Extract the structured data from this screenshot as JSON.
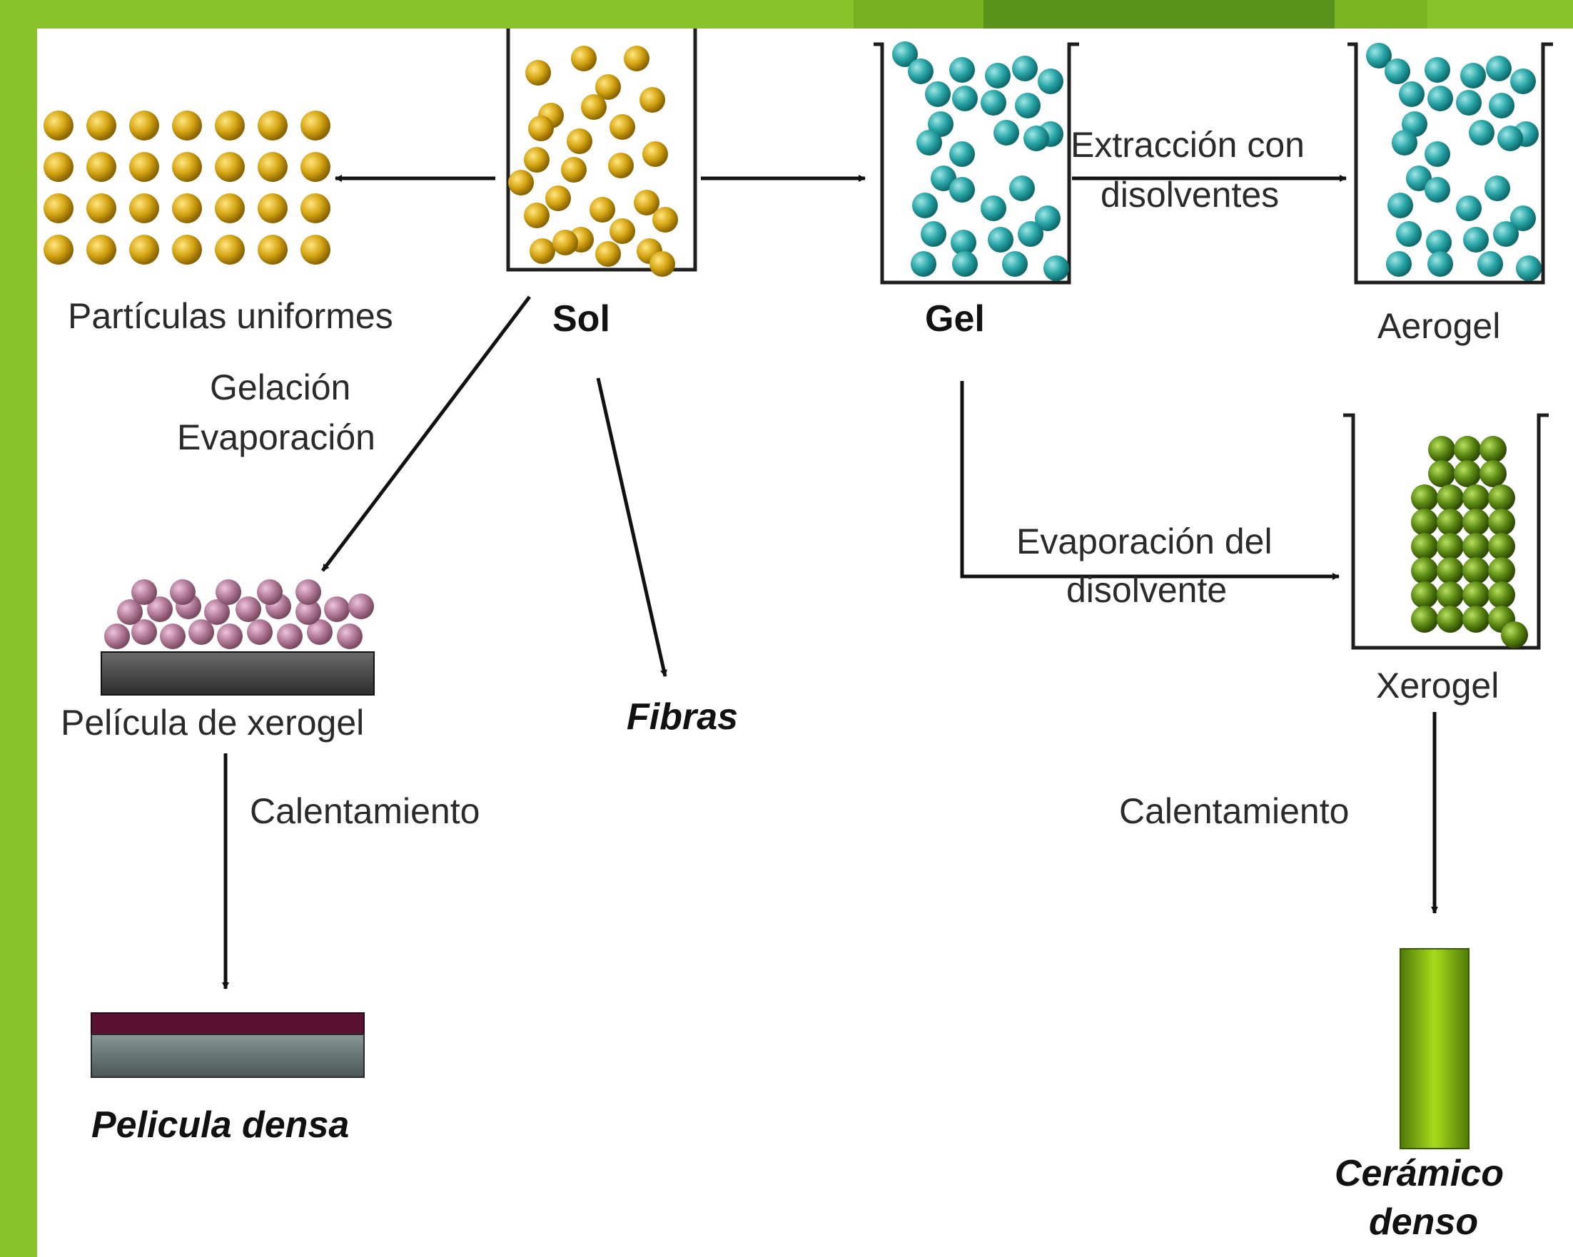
{
  "colors": {
    "slide_background": "#8ac22b",
    "sol_particle": "#d6a614",
    "gel_particle": "#2aa6a8",
    "film_particle": "#b27a98",
    "xerogel_particle": "#5e8c14",
    "substrate": "#4a4a4a",
    "dense_film_top": "#5a1232",
    "dense_film_base": "#5f6d6c",
    "ceramic": "#7cb80e"
  },
  "labels": {
    "uniform_particles": "Partículas uniformes",
    "sol": "Sol",
    "gel": "Gel",
    "extraction_line1": "Extracción con",
    "extraction_line2": "disolventes",
    "aerogel": "Aerogel",
    "gelation_line1": "Gelación",
    "gelation_line2": "Evaporación",
    "evaporation_line1": "Evaporación del",
    "evaporation_line2": "disolvente",
    "xerogel_film": "Película de xerogel",
    "fibers": "Fibras",
    "xerogel": "Xerogel",
    "heating_left": "Calentamiento",
    "heating_right": "Calentamiento",
    "dense_film": "Pelicula densa",
    "dense_ceramic_line1": "Cerámico",
    "dense_ceramic_line2": "denso"
  }
}
